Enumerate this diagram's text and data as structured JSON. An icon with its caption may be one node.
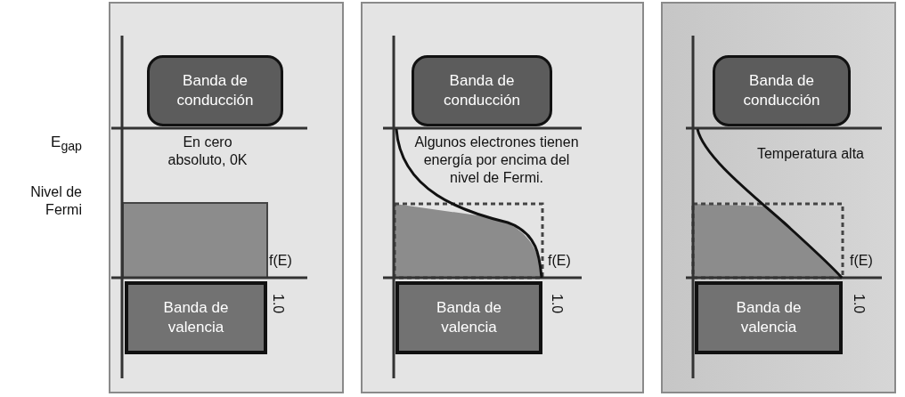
{
  "diagram": {
    "nodes": [
      {
        "text": [],
        "shape": "box"
      },
      {
        "text": [
          "Banda de conducción"
        ],
        "in": 0
      },
      {
        "text": [
          "Banda de valencia"
        ],
        "in": 0
      },
      {
        "text": [],
        "shape": "box"
      },
      {
        "text": [
          "Banda de conducción"
        ],
        "in": 3
      },
      {
        "text": [
          "Banda de valencia"
        ],
        "in": 3
      },
      {
        "text": [],
        "shape": "box"
      },
      {
        "text": [
          "Banda de conducción"
        ],
        "in": 6
      },
      {
        "text": [
          "Banda de valencia"
        ],
        "in": 6
      }
    ],
    "edges": [],
    "labels": [
      "E$_{gap}$",
      "Nivel de Fermi",
      "En cero absoluto, 0K",
      "f(E)",
      "1.0",
      "Algunos electrones tienen energía por encima del nivel de Fermi.",
      "f(E)",
      "1.0",
      "Temperatura alta",
      "f(E)",
      "1.0"
    ]
  }
}
